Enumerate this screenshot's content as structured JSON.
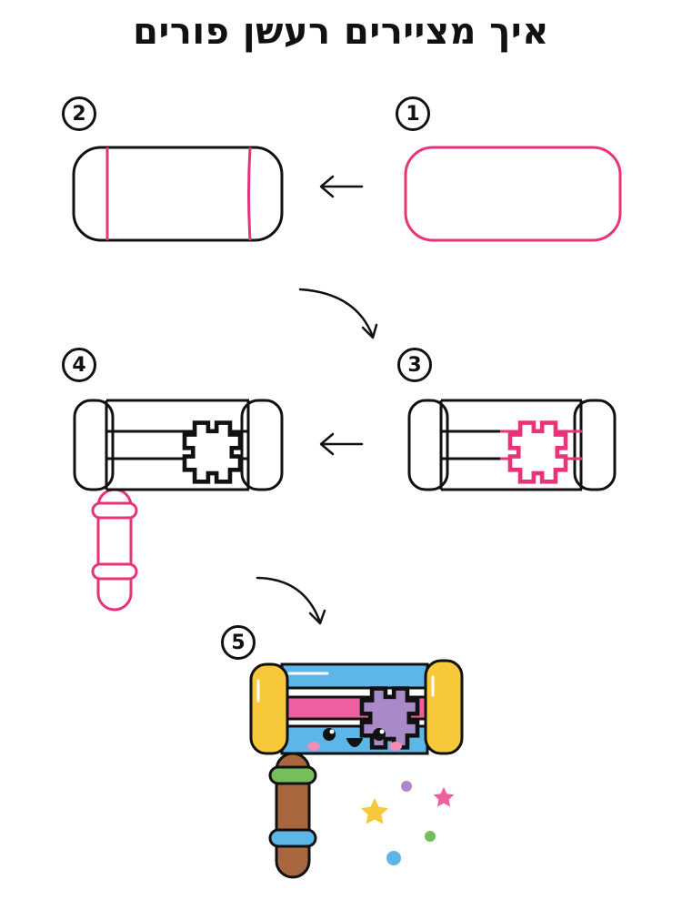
{
  "page": {
    "title": "איך מציירים רעשן פורים"
  },
  "steps": [
    {
      "number": "1"
    },
    {
      "number": "2"
    },
    {
      "number": "3"
    },
    {
      "number": "4"
    },
    {
      "number": "5"
    }
  ],
  "colors": {
    "outline": "#111111",
    "guide_pink": "#e8337a",
    "blue": "#5db6e8",
    "pink": "#ee5fa0",
    "purple": "#a88ac8",
    "yellow": "#f7c83a",
    "green": "#74bf5a",
    "brown": "#a9673f",
    "cheek": "#f48cb6"
  },
  "decorations": {
    "stars": [
      "yellow-star",
      "pink-star"
    ],
    "dots": [
      "purple-dot",
      "green-dot",
      "blue-dot"
    ]
  }
}
